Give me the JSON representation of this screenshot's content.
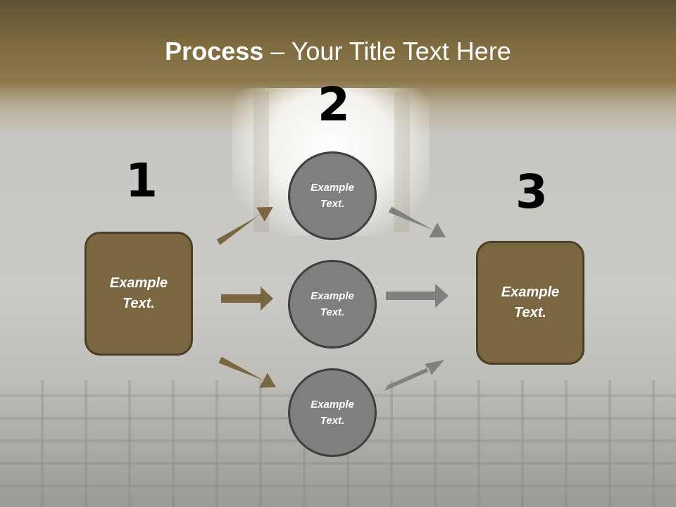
{
  "title": {
    "bold": "Process",
    "rest": " – Your Title Text Here"
  },
  "steps": {
    "one": "1",
    "two": "2",
    "three": "3"
  },
  "left_box": {
    "text": "Example\nText."
  },
  "right_box": {
    "text": "Example\nText."
  },
  "circles": [
    {
      "text": "Example\nText."
    },
    {
      "text": "Example\nText."
    },
    {
      "text": "Example\nText."
    }
  ],
  "colors": {
    "brown_fill": "#7a6741",
    "brown_arrow": "#7a6741",
    "gray_fill": "#7f7f7f",
    "gray_arrow": "#808080"
  }
}
